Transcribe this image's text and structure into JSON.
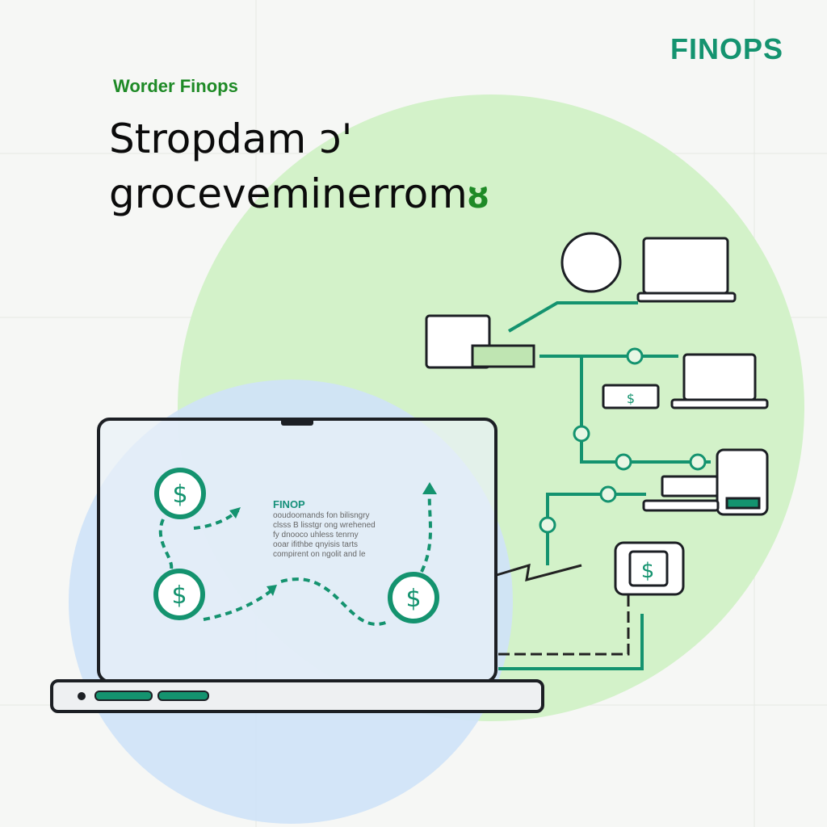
{
  "brand": {
    "logo": "FINOPS"
  },
  "header": {
    "subtitle": "Worder Finops",
    "title_line1": "Stropdam ɔ'",
    "title_line2": "groceveminerrom",
    "title_glyph": "ȣ"
  },
  "laptop_card": {
    "title": "FINOP",
    "lines": [
      "ooudoomands fon bilisngry",
      "clsss B lisstgr ong wrehened",
      "fy dnooco uhless tenrny",
      "ooar ifithbe qnyisis tarts",
      "compirent on ngolit and le"
    ]
  },
  "icons": {
    "currency": "$"
  },
  "colors": {
    "accent": "#14936f",
    "green_bg": "#d3f2c9",
    "blue_bg": "#cfe3f7",
    "outline": "#1c1f24"
  }
}
